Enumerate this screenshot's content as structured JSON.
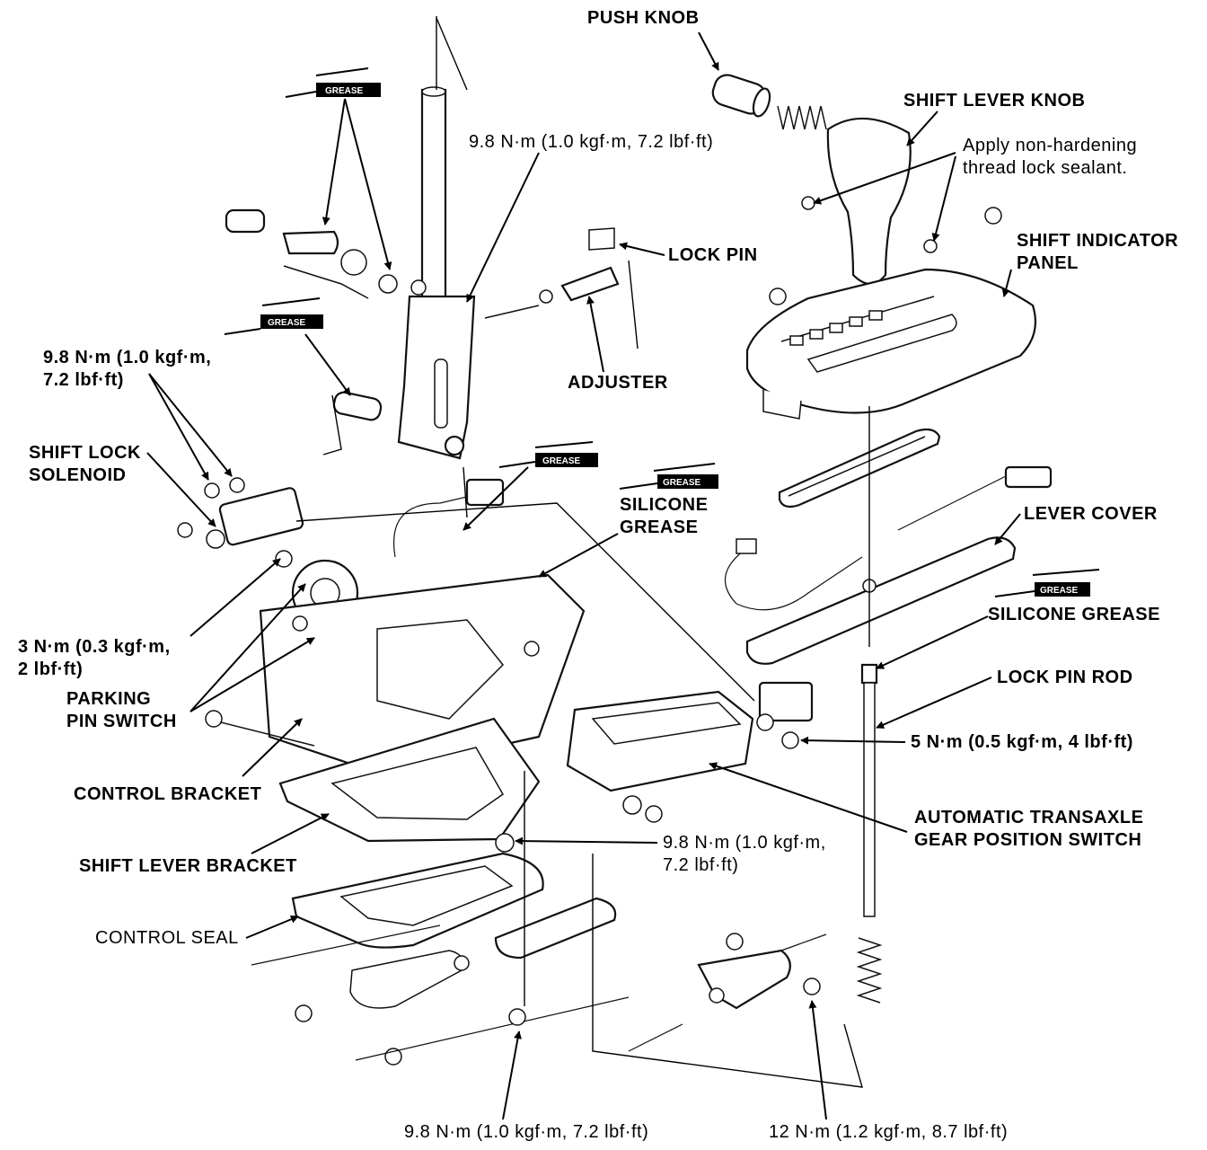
{
  "labels": {
    "push_knob": "PUSH KNOB",
    "shift_lever_knob": "SHIFT LEVER KNOB",
    "sealant": [
      "Apply non-hardening",
      "thread lock sealant."
    ],
    "shift_indicator_panel": [
      "SHIFT INDICATOR",
      "PANEL"
    ],
    "lock_pin": "LOCK PIN",
    "adjuster": "ADJUSTER",
    "torque_top": "9.8 N·m (1.0 kgf·m, 7.2 lbf·ft)",
    "torque_left": [
      "9.8 N·m (1.0 kgf·m,",
      "7.2 lbf·ft)"
    ],
    "shift_lock_solenoid": [
      "SHIFT LOCK",
      "SOLENOID"
    ],
    "silicone_grease_mid": [
      "SILICONE",
      "GREASE"
    ],
    "lever_cover": "LEVER COVER",
    "silicone_grease_right": "SILICONE GREASE",
    "torque_3nm": [
      "3 N·m (0.3 kgf·m,",
      "2 lbf·ft)"
    ],
    "lock_pin_rod": "LOCK PIN ROD",
    "parking_pin_switch": [
      "PARKING",
      "PIN SWITCH"
    ],
    "torque_5nm": "5 N·m (0.5 kgf·m, 4 lbf·ft)",
    "control_bracket": "CONTROL BRACKET",
    "gear_position_switch": [
      "AUTOMATIC TRANSAXLE",
      "GEAR POSITION SWITCH"
    ],
    "shift_lever_bracket": "SHIFT LEVER BRACKET",
    "torque_mid": [
      "9.8 N·m (1.0 kgf·m,",
      "7.2 lbf·ft)"
    ],
    "control_seal": "CONTROL SEAL",
    "torque_bottom_left": "9.8 N·m (1.0 kgf·m, 7.2 lbf·ft)",
    "torque_12nm": "12 N·m (1.2 kgf·m, 8.7 lbf·ft)"
  },
  "grease_tag": "GREASE"
}
